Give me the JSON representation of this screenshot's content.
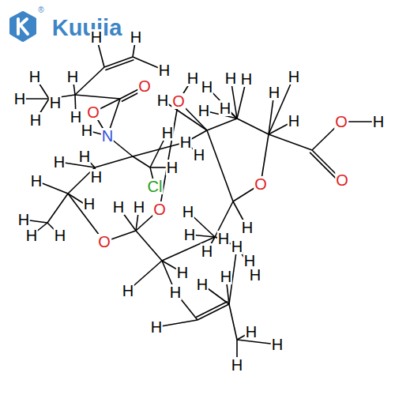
{
  "diagram": {
    "labels": [
      "Kuujia",
      "®",
      "H",
      "H",
      "H",
      "H",
      "O",
      "H",
      "H",
      "H",
      "H",
      "H",
      "O",
      "H",
      "N",
      "H",
      "H",
      "O",
      "H",
      "H",
      "H",
      "H",
      "H",
      "H",
      "H",
      "H",
      "O",
      "H",
      "O",
      "O",
      "H",
      "H",
      "H",
      "Cl",
      "H",
      "H",
      "H",
      "H",
      "H",
      "H",
      "H",
      "H",
      "H",
      "H",
      "O",
      "H",
      "O",
      "H",
      "H",
      "H",
      "H",
      "H",
      "H",
      "H",
      "H",
      "H",
      "H",
      "H",
      "H",
      "H",
      "H",
      "H",
      "H",
      "H"
    ]
  }
}
